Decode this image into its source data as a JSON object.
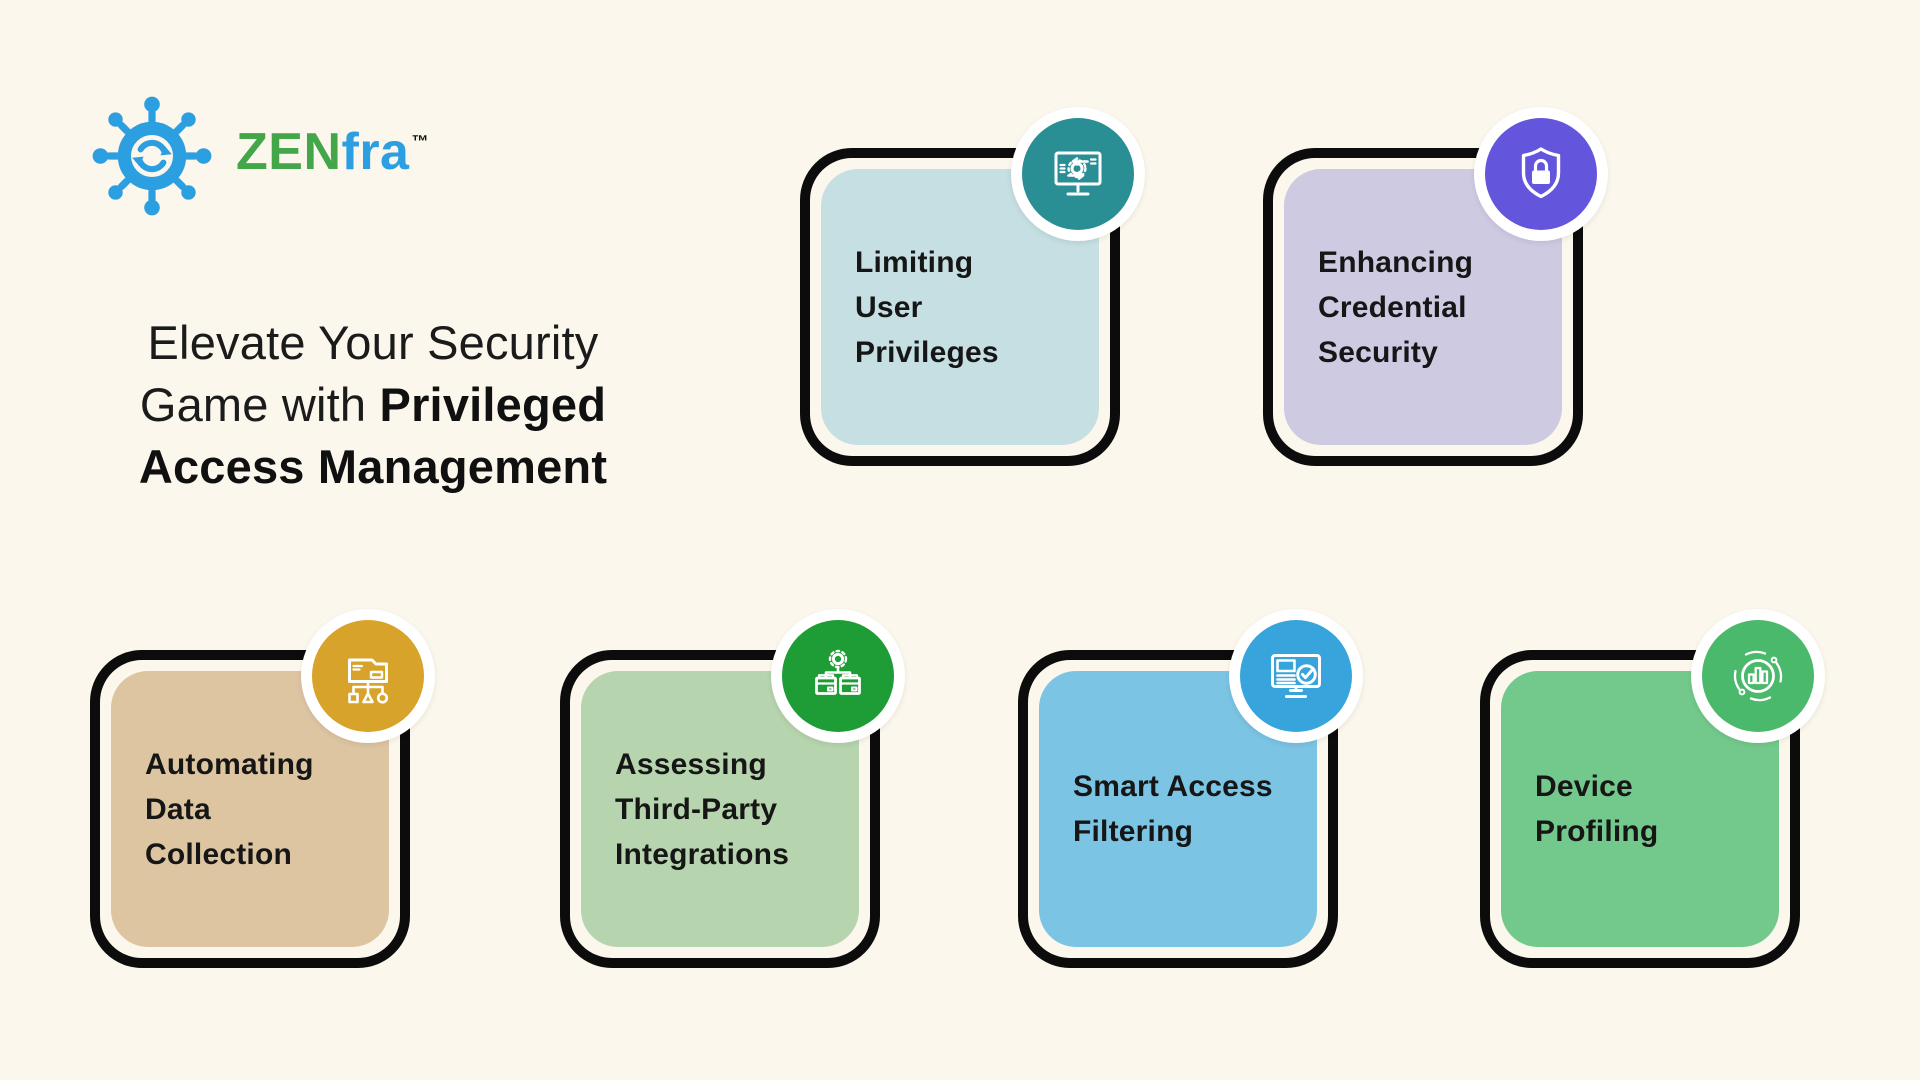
{
  "background": "#FBF7EC",
  "logo": {
    "brand_zen": "ZEN",
    "brand_fra": "fra",
    "trademark": "™",
    "icon": "zenfra-hub-icon",
    "zen_color": "#43A648",
    "fra_color": "#2C9FE1",
    "icon_color": "#2C9FE1"
  },
  "headline": {
    "regular": "Elevate Your Security\nGame with ",
    "bold": "Privileged\nAccess Management",
    "color": "#1B1B1B"
  },
  "cards": [
    {
      "title": "Limiting\nUser\nPrivileges",
      "fill": "#C5DFE2",
      "icon_bg": "#2A8E95",
      "icon": "presentation-gear-icon"
    },
    {
      "title": "Enhancing\nCredential\nSecurity",
      "fill": "#CECAE2",
      "icon_bg": "#6355DC",
      "icon": "shield-lock-icon"
    },
    {
      "title": "Automating\nData\nCollection",
      "fill": "#DDC5A2",
      "icon_bg": "#D8A32B",
      "icon": "folder-flowchart-icon"
    },
    {
      "title": "Assessing\nThird-Party\nIntegrations",
      "fill": "#B6D4AE",
      "icon_bg": "#1E9C35",
      "icon": "gear-packages-icon"
    },
    {
      "title": "Smart Access\nFiltering",
      "fill": "#7BC4E4",
      "icon_bg": "#37A4DC",
      "icon": "monitor-check-icon"
    },
    {
      "title": "Device\nProfiling",
      "fill": "#73C98B",
      "icon_bg": "#4BB96B",
      "icon": "bar-chart-orbit-icon"
    }
  ]
}
